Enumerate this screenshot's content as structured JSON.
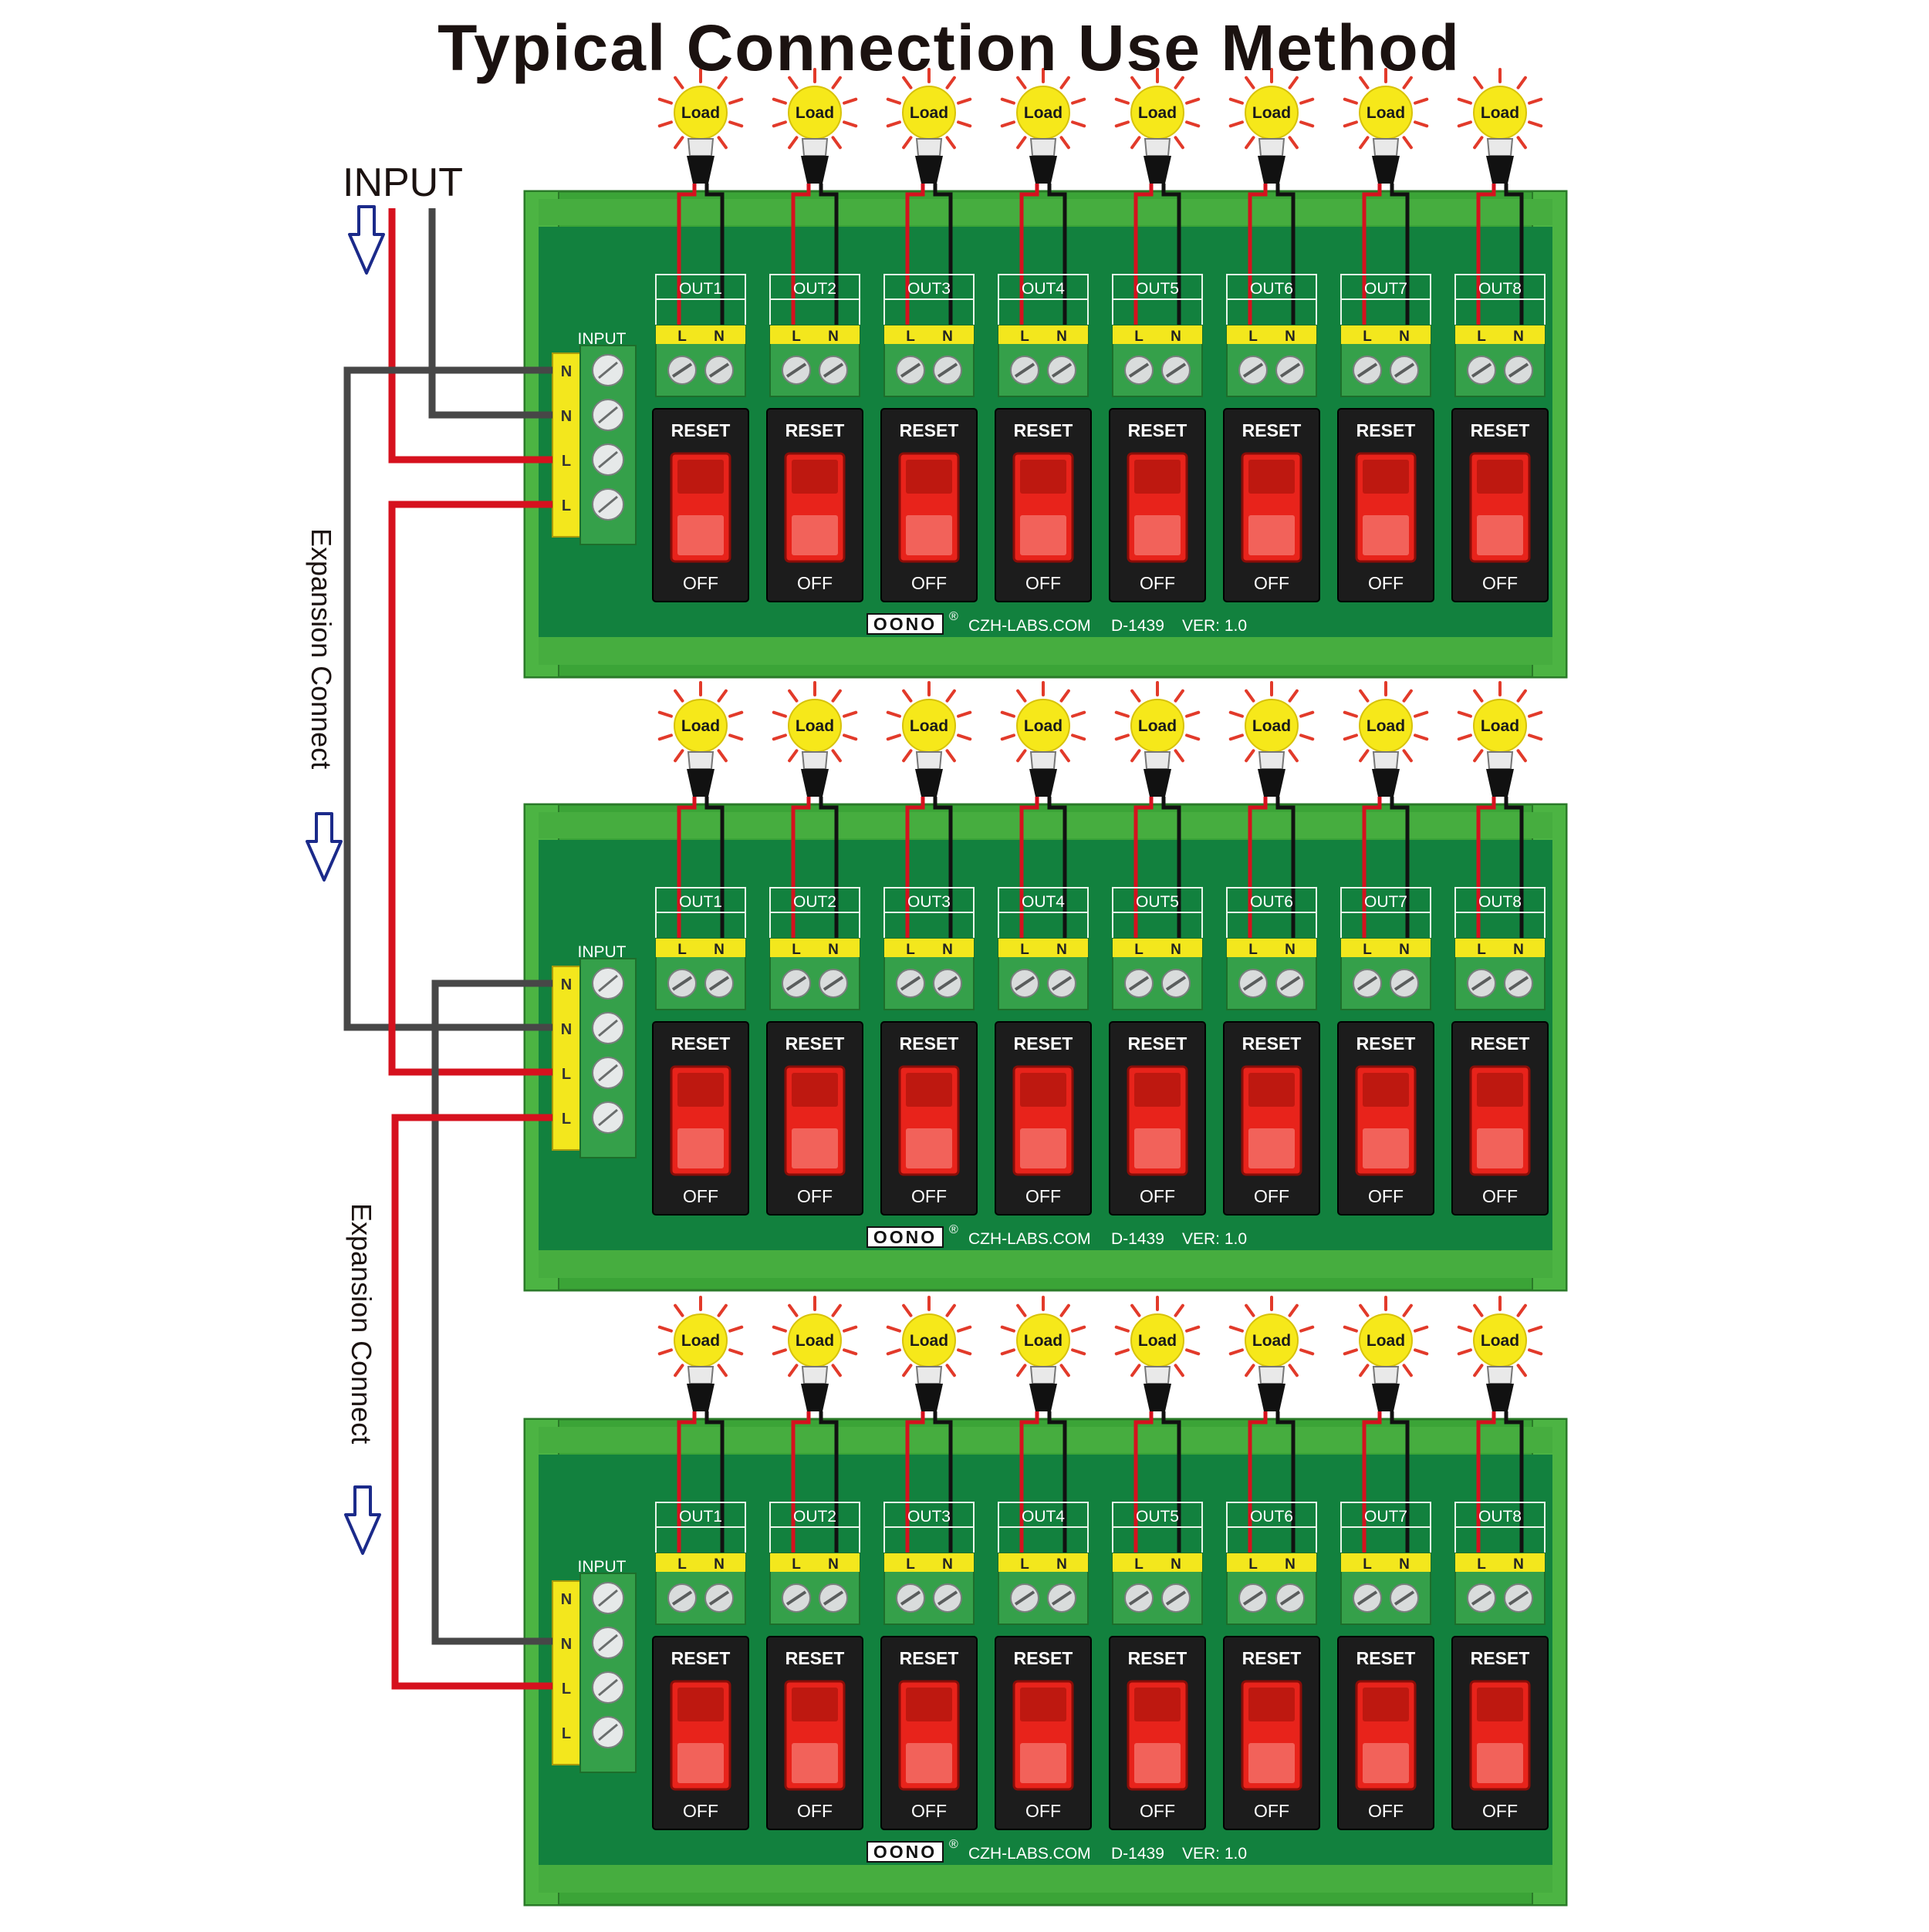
{
  "title": "Typical Connection Use Method",
  "input_label": "INPUT",
  "expansion_label": "Expansion Connect",
  "colors": {
    "board": "#12813e",
    "rail": "#3ba437",
    "terminal": "#35a04a",
    "terminal_top": "#f3e71d",
    "switch_body": "#1c1c1c",
    "switch_lamp": "#e8231b",
    "wire_live": "#d6111e",
    "wire_neutral": "#474747",
    "arrow": "#1b2a8a",
    "load_bulb": "#f6e81a",
    "load_ray": "#e23a2a"
  },
  "boards": [
    {
      "input_header": "INPUT",
      "input_pins": [
        "N",
        "N",
        "L",
        "L"
      ],
      "outputs": [
        {
          "label": "OUT1",
          "pins": [
            "L",
            "N"
          ],
          "load": "Load",
          "reset": "RESET",
          "off": "OFF"
        },
        {
          "label": "OUT2",
          "pins": [
            "L",
            "N"
          ],
          "load": "Load",
          "reset": "RESET",
          "off": "OFF"
        },
        {
          "label": "OUT3",
          "pins": [
            "L",
            "N"
          ],
          "load": "Load",
          "reset": "RESET",
          "off": "OFF"
        },
        {
          "label": "OUT4",
          "pins": [
            "L",
            "N"
          ],
          "load": "Load",
          "reset": "RESET",
          "off": "OFF"
        },
        {
          "label": "OUT5",
          "pins": [
            "L",
            "N"
          ],
          "load": "Load",
          "reset": "RESET",
          "off": "OFF"
        },
        {
          "label": "OUT6",
          "pins": [
            "L",
            "N"
          ],
          "load": "Load",
          "reset": "RESET",
          "off": "OFF"
        },
        {
          "label": "OUT7",
          "pins": [
            "L",
            "N"
          ],
          "load": "Load",
          "reset": "RESET",
          "off": "OFF"
        },
        {
          "label": "OUT8",
          "pins": [
            "L",
            "N"
          ],
          "load": "Load",
          "reset": "RESET",
          "off": "OFF"
        }
      ],
      "brand": "OONO",
      "brand_mark": "®",
      "website": "CZH-LABS.COM",
      "model": "D-1439",
      "version": "VER: 1.0"
    },
    {
      "input_header": "INPUT",
      "input_pins": [
        "N",
        "N",
        "L",
        "L"
      ],
      "outputs": [
        {
          "label": "OUT1",
          "pins": [
            "L",
            "N"
          ],
          "load": "Load",
          "reset": "RESET",
          "off": "OFF"
        },
        {
          "label": "OUT2",
          "pins": [
            "L",
            "N"
          ],
          "load": "Load",
          "reset": "RESET",
          "off": "OFF"
        },
        {
          "label": "OUT3",
          "pins": [
            "L",
            "N"
          ],
          "load": "Load",
          "reset": "RESET",
          "off": "OFF"
        },
        {
          "label": "OUT4",
          "pins": [
            "L",
            "N"
          ],
          "load": "Load",
          "reset": "RESET",
          "off": "OFF"
        },
        {
          "label": "OUT5",
          "pins": [
            "L",
            "N"
          ],
          "load": "Load",
          "reset": "RESET",
          "off": "OFF"
        },
        {
          "label": "OUT6",
          "pins": [
            "L",
            "N"
          ],
          "load": "Load",
          "reset": "RESET",
          "off": "OFF"
        },
        {
          "label": "OUT7",
          "pins": [
            "L",
            "N"
          ],
          "load": "Load",
          "reset": "RESET",
          "off": "OFF"
        },
        {
          "label": "OUT8",
          "pins": [
            "L",
            "N"
          ],
          "load": "Load",
          "reset": "RESET",
          "off": "OFF"
        }
      ],
      "brand": "OONO",
      "brand_mark": "®",
      "website": "CZH-LABS.COM",
      "model": "D-1439",
      "version": "VER: 1.0"
    },
    {
      "input_header": "INPUT",
      "input_pins": [
        "N",
        "N",
        "L",
        "L"
      ],
      "outputs": [
        {
          "label": "OUT1",
          "pins": [
            "L",
            "N"
          ],
          "load": "Load",
          "reset": "RESET",
          "off": "OFF"
        },
        {
          "label": "OUT2",
          "pins": [
            "L",
            "N"
          ],
          "load": "Load",
          "reset": "RESET",
          "off": "OFF"
        },
        {
          "label": "OUT3",
          "pins": [
            "L",
            "N"
          ],
          "load": "Load",
          "reset": "RESET",
          "off": "OFF"
        },
        {
          "label": "OUT4",
          "pins": [
            "L",
            "N"
          ],
          "load": "Load",
          "reset": "RESET",
          "off": "OFF"
        },
        {
          "label": "OUT5",
          "pins": [
            "L",
            "N"
          ],
          "load": "Load",
          "reset": "RESET",
          "off": "OFF"
        },
        {
          "label": "OUT6",
          "pins": [
            "L",
            "N"
          ],
          "load": "Load",
          "reset": "RESET",
          "off": "OFF"
        },
        {
          "label": "OUT7",
          "pins": [
            "L",
            "N"
          ],
          "load": "Load",
          "reset": "RESET",
          "off": "OFF"
        },
        {
          "label": "OUT8",
          "pins": [
            "L",
            "N"
          ],
          "load": "Load",
          "reset": "RESET",
          "off": "OFF"
        }
      ],
      "brand": "OONO",
      "brand_mark": "®",
      "website": "CZH-LABS.COM",
      "model": "D-1439",
      "version": "VER: 1.0"
    }
  ]
}
